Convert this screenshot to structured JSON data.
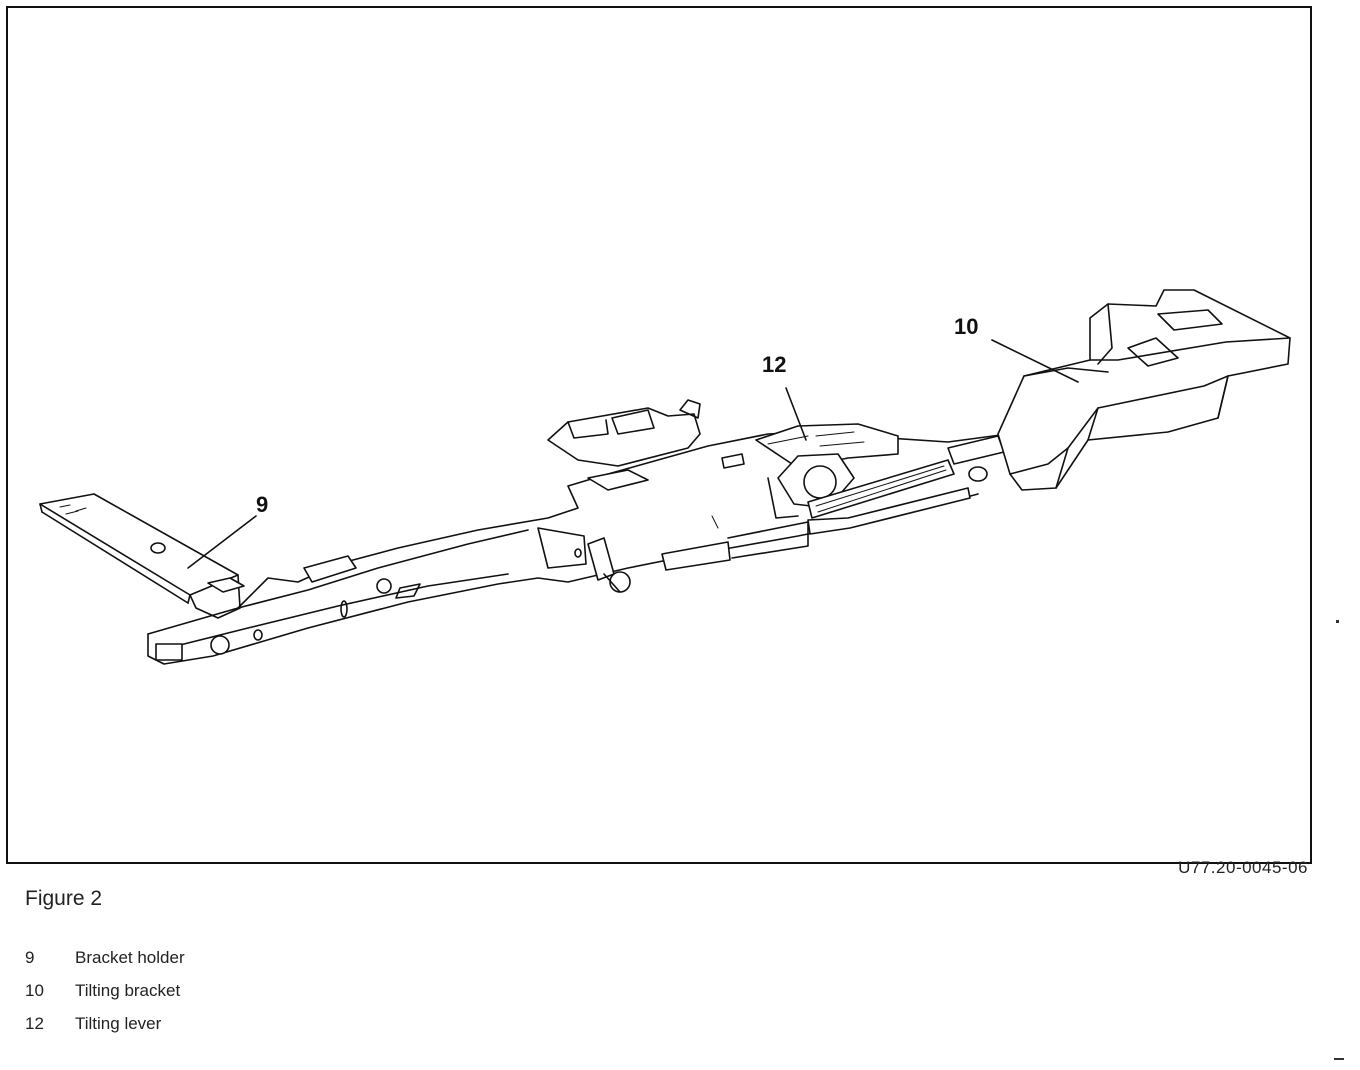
{
  "figure": {
    "title": "Figure 2",
    "reference_code": "U77.20-0045-06"
  },
  "callouts": [
    {
      "id": "9",
      "label": "9"
    },
    {
      "id": "10",
      "label": "10"
    },
    {
      "id": "12",
      "label": "12"
    }
  ],
  "legend": [
    {
      "number": "9",
      "text": "Bracket holder"
    },
    {
      "number": "10",
      "text": "Tilting bracket"
    },
    {
      "number": "12",
      "text": "Tilting lever"
    }
  ]
}
